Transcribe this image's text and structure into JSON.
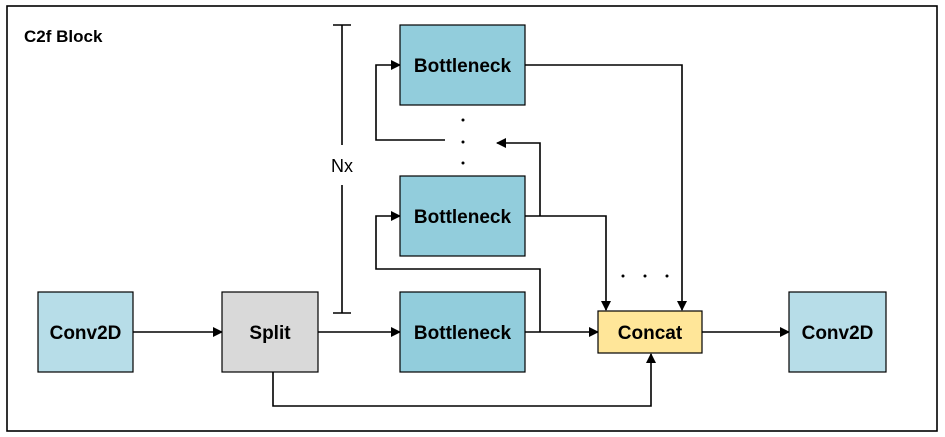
{
  "diagram": {
    "title": "C2f Block",
    "repeat_label": "Nx",
    "nodes": {
      "conv_in": "Conv2D",
      "split": "Split",
      "bottleneck_1": "Bottleneck",
      "bottleneck_2": "Bottleneck",
      "bottleneck_n": "Bottleneck",
      "concat": "Concat",
      "conv_out": "Conv2D"
    },
    "colors": {
      "conv": "#b7dde8",
      "split": "#d9d9d9",
      "bottleneck": "#92cddc",
      "concat": "#ffe699",
      "border": "#000000"
    }
  }
}
